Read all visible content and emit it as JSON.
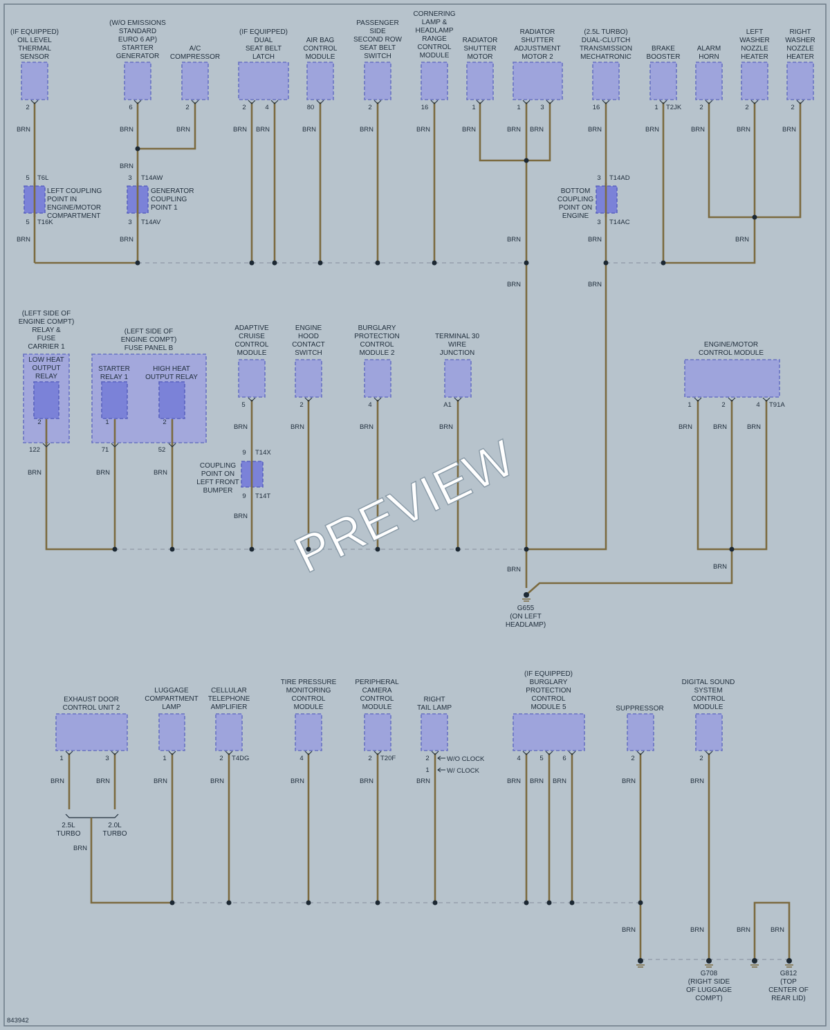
{
  "wire_color": "BRN",
  "colors": {
    "background": "#b7c3cc",
    "component": "#9ea4dc",
    "relay": "#7b82d8",
    "wire": "#7b6a3f"
  },
  "watermark": "PREVIEW",
  "diagram_id": "843942",
  "row1": {
    "components": [
      {
        "id": "oil",
        "label": [
          "(IF EQUIPPED)",
          "OIL LEVEL",
          "THERMAL",
          "SENSOR"
        ],
        "pins": [
          "2"
        ]
      },
      {
        "id": "starter",
        "label": [
          "(W/O EMISSIONS",
          "STANDARD",
          "EURO 6 AP)",
          "STARTER",
          "GENERATOR"
        ],
        "pins": [
          "6"
        ]
      },
      {
        "id": "ac",
        "label": [
          "A/C",
          "COMPRESSOR"
        ],
        "pins": [
          "2"
        ]
      },
      {
        "id": "seatbelt",
        "label": [
          "(IF EQUIPPED)",
          "DUAL",
          "SEAT BELT",
          "LATCH"
        ],
        "pins": [
          "2",
          "4"
        ]
      },
      {
        "id": "airbag",
        "label": [
          "AIR BAG",
          "CONTROL",
          "MODULE"
        ],
        "pins": [
          "80"
        ]
      },
      {
        "id": "pass",
        "label": [
          "PASSENGER",
          "SIDE",
          "SECOND ROW",
          "SEAT BELT",
          "SWITCH"
        ],
        "pins": [
          "2"
        ]
      },
      {
        "id": "corner",
        "label": [
          "CORNERING",
          "LAMP &",
          "HEADLAMP",
          "RANGE",
          "CONTROL",
          "MODULE"
        ],
        "pins": [
          "16"
        ]
      },
      {
        "id": "radmotor",
        "label": [
          "RADIATOR",
          "SHUTTER",
          "MOTOR"
        ],
        "pins": [
          "1"
        ]
      },
      {
        "id": "radadj",
        "label": [
          "RADIATOR",
          "SHUTTER",
          "ADJUSTMENT",
          "MOTOR 2"
        ],
        "pins": [
          "1",
          "3"
        ]
      },
      {
        "id": "dct",
        "label": [
          "(2.5L TURBO)",
          "DUAL-CLUTCH",
          "TRANSMISSION",
          "MECHATRONIC"
        ],
        "pins": [
          "16"
        ]
      },
      {
        "id": "brake",
        "label": [
          "BRAKE",
          "BOOSTER"
        ],
        "pins": [
          "1"
        ],
        "connector": "T2JK"
      },
      {
        "id": "horn",
        "label": [
          "ALARM",
          "HORN"
        ],
        "pins": [
          "2"
        ]
      },
      {
        "id": "lwasher",
        "label": [
          "LEFT",
          "WASHER",
          "NOZZLE",
          "HEATER"
        ],
        "pins": [
          "2"
        ]
      },
      {
        "id": "rwasher",
        "label": [
          "RIGHT",
          "WASHER",
          "NOZZLE",
          "HEATER"
        ],
        "pins": [
          "2"
        ]
      }
    ],
    "couplings": [
      {
        "id": "lcp",
        "label": [
          "LEFT COUPLING",
          "POINT IN",
          "ENGINE/MOTOR",
          "COMPARTMENT"
        ],
        "top_pin": "5",
        "top_conn": "T6L",
        "bot_pin": "5",
        "bot_conn": "T16K"
      },
      {
        "id": "gcp",
        "label": [
          "GENERATOR",
          "COUPLING",
          "POINT 1"
        ],
        "top_pin": "3",
        "top_conn": "T14AW",
        "bot_pin": "3",
        "bot_conn": "T14AV"
      },
      {
        "id": "bcp",
        "label": [
          "BOTTOM",
          "COUPLING",
          "POINT ON",
          "ENGINE"
        ],
        "top_pin": "3",
        "top_conn": "T14AD",
        "bot_pin": "3",
        "bot_conn": "T14AC"
      }
    ]
  },
  "row2": {
    "relay_carrier": {
      "label": [
        "(LEFT SIDE OF",
        "ENGINE COMPT)",
        "RELAY &",
        "FUSE",
        "CARRIER 1"
      ],
      "relay": [
        "LOW HEAT",
        "OUTPUT",
        "RELAY"
      ],
      "relay_pin": "2",
      "out_pin": "122"
    },
    "fuse_panel": {
      "label": [
        "(LEFT SIDE OF",
        "ENGINE COMPT)",
        "FUSE PANEL B"
      ],
      "relays": [
        {
          "label": [
            "STARTER",
            "RELAY 1"
          ],
          "relay_pin": "1",
          "out_pin": "71"
        },
        {
          "label": [
            "HIGH HEAT",
            "OUTPUT RELAY"
          ],
          "relay_pin": "2",
          "out_pin": "52"
        }
      ]
    },
    "components": [
      {
        "id": "acc",
        "label": [
          "ADAPTIVE",
          "CRUISE",
          "CONTROL",
          "MODULE"
        ],
        "pins": [
          "5"
        ]
      },
      {
        "id": "hood",
        "label": [
          "ENGINE",
          "HOOD",
          "CONTACT",
          "SWITCH"
        ],
        "pins": [
          "2"
        ]
      },
      {
        "id": "burg2",
        "label": [
          "BURGLARY",
          "PROTECTION",
          "CONTROL",
          "MODULE 2"
        ],
        "pins": [
          "4"
        ]
      },
      {
        "id": "t30",
        "label": [
          "TERMINAL 30",
          "WIRE",
          "JUNCTION"
        ],
        "pins": [
          "A1"
        ]
      },
      {
        "id": "ecm",
        "label": [
          "ENGINE/MOTOR",
          "CONTROL MODULE"
        ],
        "pins": [
          "1",
          "2",
          "4"
        ],
        "connector": "T91A"
      }
    ],
    "coupling": {
      "label": [
        "COUPLING",
        "POINT ON",
        "LEFT FRONT",
        "BUMPER"
      ],
      "top_pin": "9",
      "top_conn": "T14X",
      "bot_pin": "9",
      "bot_conn": "T14T"
    },
    "ground": {
      "id": "G655",
      "label": [
        "G655",
        "(ON LEFT",
        "HEADLAMP)"
      ]
    }
  },
  "row3": {
    "components": [
      {
        "id": "exh",
        "label": [
          "EXHAUST DOOR",
          "CONTROL UNIT 2"
        ],
        "pins": [
          "1",
          "3"
        ]
      },
      {
        "id": "lug",
        "label": [
          "LUGGAGE",
          "COMPARTMENT",
          "LAMP"
        ],
        "pins": [
          "1"
        ]
      },
      {
        "id": "cell",
        "label": [
          "CELLULAR",
          "TELEPHONE",
          "AMPLIFIER"
        ],
        "pins": [
          "2"
        ],
        "connector": "T4DG"
      },
      {
        "id": "tire",
        "label": [
          "TIRE PRESSURE",
          "MONITORING",
          "CONTROL",
          "MODULE"
        ],
        "pins": [
          "4"
        ]
      },
      {
        "id": "cam",
        "label": [
          "PERIPHERAL",
          "CAMERA",
          "CONTROL",
          "MODULE"
        ],
        "pins": [
          "2"
        ],
        "connector": "T20F"
      },
      {
        "id": "tail",
        "label": [
          "RIGHT",
          "TAIL LAMP"
        ],
        "pins": [
          "2",
          "1"
        ],
        "pin_notes": [
          "W/O CLOCK",
          "W/ CLOCK"
        ]
      },
      {
        "id": "burg5",
        "label": [
          "(IF EQUIPPED)",
          "BURGLARY",
          "PROTECTION",
          "CONTROL",
          "MODULE 5"
        ],
        "pins": [
          "4",
          "5",
          "6"
        ]
      },
      {
        "id": "supp",
        "label": [
          "SUPPRESSOR"
        ],
        "pins": [
          "2"
        ]
      },
      {
        "id": "dsound",
        "label": [
          "DIGITAL SOUND",
          "SYSTEM",
          "CONTROL",
          "MODULE"
        ],
        "pins": [
          "2"
        ]
      }
    ],
    "turbo_options": [
      "2.5L",
      "TURBO",
      "2.0L",
      "TURBO"
    ],
    "grounds": [
      {
        "id": "G708",
        "label": [
          "G708",
          "(RIGHT SIDE",
          "OF LUGGAGE",
          "COMPT)"
        ]
      },
      {
        "id": "G812",
        "label": [
          "G812",
          "(TOP",
          "CENTER OF",
          "REAR LID)"
        ]
      }
    ]
  }
}
